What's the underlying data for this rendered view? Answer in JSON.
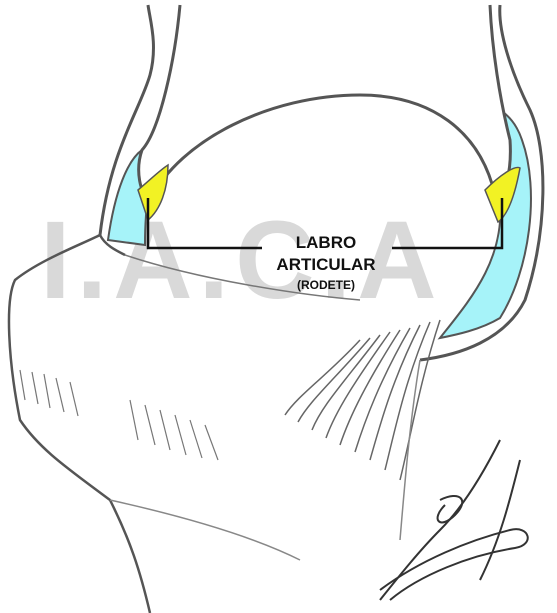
{
  "watermark": "I.A.C.A",
  "label": {
    "line1": "LABRO",
    "line2": "ARTICULAR",
    "line3": "(RODETE)"
  },
  "colors": {
    "cartilage": "#a6f3f9",
    "labrum": "#f2f224",
    "outline": "#555555",
    "watermark": "#d9d9d9",
    "leader": "#111111"
  }
}
